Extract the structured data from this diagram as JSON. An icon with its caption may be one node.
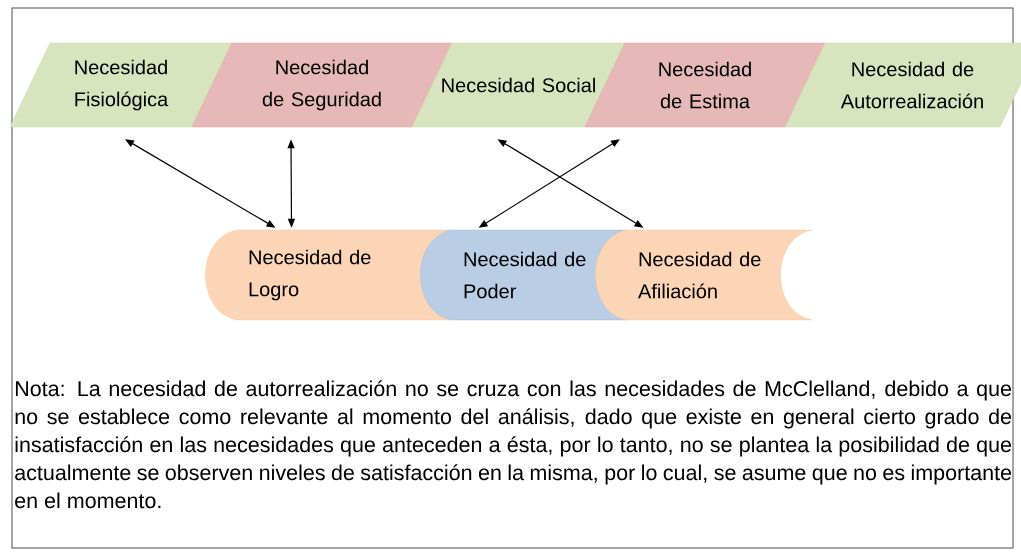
{
  "diagram": {
    "nodes": [
      {
        "text": [
          "Necesidad Fisiológica"
        ]
      },
      {
        "text": [
          "Necesidad de Seguridad"
        ]
      },
      {
        "text": [
          "Necesidad Social"
        ]
      },
      {
        "text": [
          "Necesidad de Estima"
        ]
      },
      {
        "text": [
          "Necesidad de Autorrealización"
        ]
      },
      {
        "text": [
          "Necesidad de Logro"
        ]
      },
      {
        "text": [
          "Necesidad de Poder"
        ]
      },
      {
        "text": [
          "Necesidad de Afiliación"
        ]
      }
    ],
    "edges": [
      {
        "from": 0,
        "to": 5,
        "arrow": "both"
      },
      {
        "from": 1,
        "to": 5,
        "arrow": "both"
      },
      {
        "from": 2,
        "to": 7,
        "arrow": "both"
      },
      {
        "from": 3,
        "to": 6,
        "arrow": "both"
      }
    ],
    "labels": [
      "Nota: La necesidad de autorrealización no se cruza con las necesidades de McClelland, debido a que no se establece como relevante al momento del análisis, dado que existe en general cierto grado de insatisfacción en las necesidades que anteceden a ésta, por lo tanto, no se plantea la posibilidad de que actualmente se observen niveles de satisfacción en la misma, por lo cual, se asume que no es importante en el momento."
    ]
  }
}
